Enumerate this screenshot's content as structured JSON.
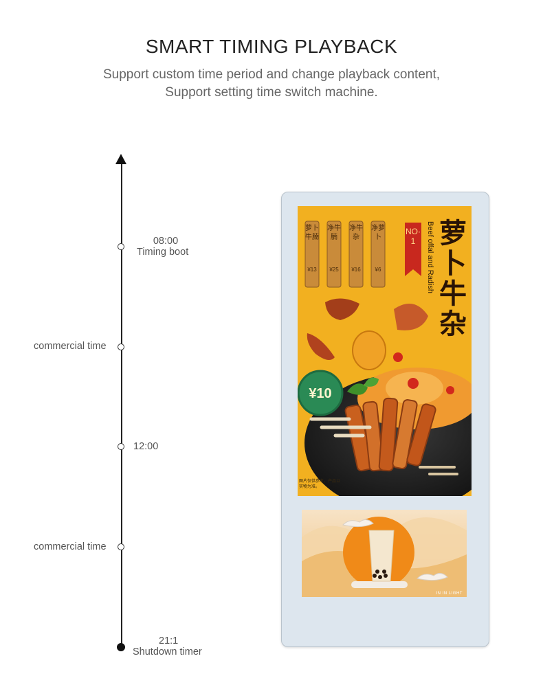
{
  "header": {
    "title": "SMART TIMING PLAYBACK",
    "subtitle_line1": "Support custom time period and change playback content,",
    "subtitle_line2": "Support setting time switch machine."
  },
  "timeline": {
    "items": [
      {
        "time": "08:00",
        "label": "Timing boot"
      },
      {
        "label": "commercial time"
      },
      {
        "time": "12:00"
      },
      {
        "label": "commercial time"
      },
      {
        "time": "21:1",
        "label": "Shutdown timer"
      }
    ]
  },
  "poster": {
    "title_cn": "萝卜牛杂",
    "subtitle_en": "Beef offal and Radish",
    "badge": "NO·1",
    "price_badge": "¥10",
    "note_cn": "图片仅供参考，产品以实物为准。",
    "tags": [
      {
        "name": "萝卜牛腩",
        "price": "¥13"
      },
      {
        "name": "净牛腩",
        "price": "¥25"
      },
      {
        "name": "净牛杂",
        "price": "¥16"
      },
      {
        "name": "净萝卜",
        "price": "¥6"
      }
    ]
  },
  "banner": {
    "corner_text": "IN IN LIGHT"
  },
  "colors": {
    "poster_bg": "#f2b020",
    "badge_red": "#c8281e",
    "price_green": "#2a8a55",
    "device_screen": "#dde6ee"
  }
}
